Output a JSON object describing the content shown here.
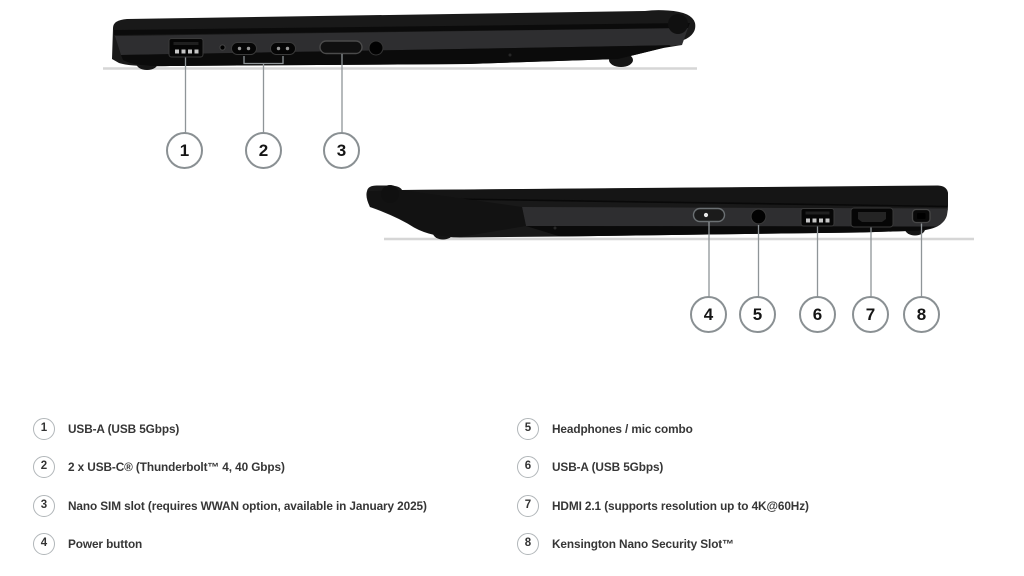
{
  "diagram": {
    "description": "Laptop side views with numbered port callouts",
    "views": [
      {
        "name": "left-side-view",
        "ports": [
          "usb-a-port",
          "usb-c-port",
          "usb-c-port",
          "nano-sim-slot",
          "audio-jack"
        ]
      },
      {
        "name": "right-side-view",
        "ports": [
          "power-button",
          "headphone-jack",
          "usb-a-port",
          "hdmi-port",
          "kensington-slot"
        ]
      }
    ]
  },
  "callouts": [
    "1",
    "2",
    "3",
    "4",
    "5",
    "6",
    "7",
    "8"
  ],
  "legend": {
    "left": [
      {
        "num": "1",
        "label": "USB-A (USB 5Gbps)"
      },
      {
        "num": "2",
        "label": "2 x USB-C® (Thunderbolt™ 4, 40 Gbps)"
      },
      {
        "num": "3",
        "label": "Nano SIM slot (requires WWAN option, available in January 2025)"
      },
      {
        "num": "4",
        "label": "Power button"
      }
    ],
    "right": [
      {
        "num": "5",
        "label": "Headphones / mic combo"
      },
      {
        "num": "6",
        "label": "USB-A (USB 5Gbps)"
      },
      {
        "num": "7",
        "label": "HDMI 2.1 (supports resolution up to 4K@60Hz)"
      },
      {
        "num": "8",
        "label": "Kensington Nano Security Slot™"
      }
    ]
  },
  "colors": {
    "background": "#ffffff",
    "laptop_body": "#191919",
    "port_band": "#2e2e30",
    "ground_line": "#d6d6d6",
    "leader_line": "#8f9598",
    "callout_border": "#8a9093",
    "legend_text": "#363636"
  }
}
